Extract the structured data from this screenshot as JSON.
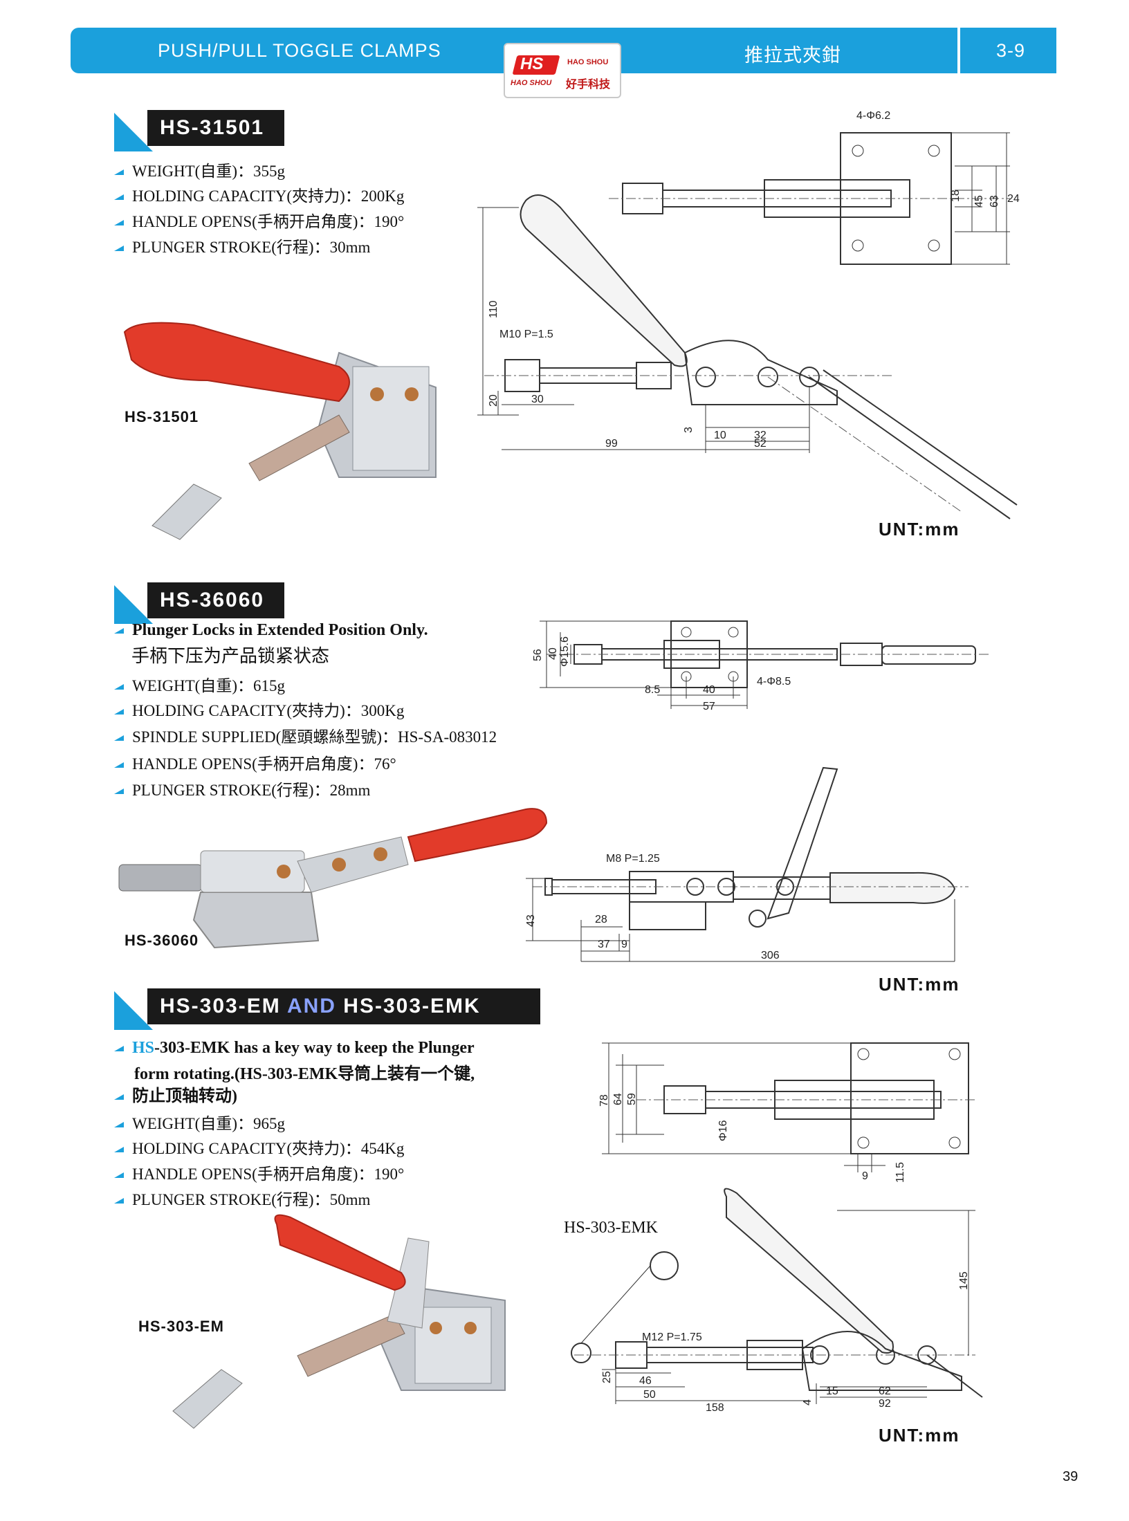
{
  "header": {
    "left_title": "PUSH/PULL TOGGLE CLAMPS",
    "right_title": "推拉式夾鉗",
    "page_code": "3-9",
    "logo_mark": "HS",
    "logo_name_en_top": "HAO SHOU",
    "logo_name_en_bottom": "HAO SHOU",
    "logo_name_cn": "好手科技"
  },
  "colors": {
    "accent": "#1ba0dc",
    "handle_red": "#e23b2a",
    "heading_bar": "#1a1a1a"
  },
  "sections": [
    {
      "model": "HS-31501",
      "specs": [
        "WEIGHT(自重)：355g",
        "HOLDING CAPACITY(夾持力)：200Kg",
        "HANDLE OPENS(手柄开启角度)：190°",
        "PLUNGER STROKE(行程)：30mm"
      ],
      "photo_label": "HS-31501",
      "unit": "UNT:mm",
      "dims": {
        "holes": "4-Φ6.2",
        "thread": "M10  P=1.5",
        "d18": "18",
        "d45": "45",
        "d63": "63",
        "d24": "24",
        "d110": "110",
        "d20": "20",
        "d30": "30",
        "d3": "3",
        "d10": "10",
        "d32": "32",
        "d99": "99",
        "d52": "52"
      }
    },
    {
      "model": "HS-36060",
      "note_en": "Plunger Locks in Extended Position Only.",
      "note_cn": "手柄下压为产品锁紧状态",
      "specs": [
        "WEIGHT(自重)：615g",
        "HOLDING CAPACITY(夾持力)：300Kg",
        "SPINDLE SUPPLIED(壓頭螺絲型號)：HS-SA-083012",
        "HANDLE OPENS(手柄开启角度)：76°",
        "PLUNGER STROKE(行程)：28mm"
      ],
      "photo_label": "HS-36060",
      "unit": "UNT:mm",
      "dims": {
        "d56": "56",
        "d40": "40",
        "d156": "Φ15.6",
        "holes": "4-Φ8.5",
        "d85": "8.5",
        "d40b": "40",
        "d57": "57",
        "thread": "M8  P=1.25",
        "d43": "43",
        "d28": "28",
        "d37": "37",
        "d9": "9",
        "d306": "306"
      }
    },
    {
      "model_a": "HS-303-EM",
      "joiner": "AND",
      "model_b": "HS-303-EMK",
      "note_prefix": "HS",
      "note_en_1": "-303-EMK has a key way to keep the Plunger",
      "note_en_2": "form rotating.(HS-303-EMK导筒上装有一个键,",
      "note_cn": "防止顶轴转动)",
      "specs": [
        "WEIGHT(自重)：965g",
        "HOLDING CAPACITY(夾持力)：454Kg",
        "HANDLE OPENS(手柄开启角度)：190°",
        "PLUNGER STROKE(行程)：50mm"
      ],
      "photo_label": "HS-303-EM",
      "detail_label": "HS-303-EMK",
      "unit": "UNT:mm",
      "dims": {
        "d78": "78",
        "d64": "64",
        "d59": "59",
        "d16": "Φ16",
        "d9": "9",
        "d115": "11.5",
        "d145": "145",
        "thread": "M12  P=1.75",
        "d25": "25",
        "d46": "46",
        "d50": "50",
        "d158": "158",
        "d4": "4",
        "d15": "15",
        "d62": "62",
        "d92": "92"
      }
    }
  ],
  "page_number": "39"
}
